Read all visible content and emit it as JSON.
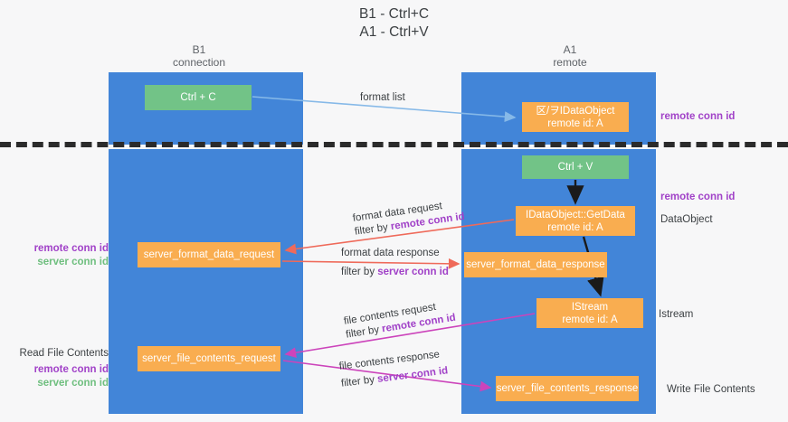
{
  "title": "B1 - Ctrl+C\nA1 - Ctrl+V",
  "columns": {
    "left": "B1\nconnection",
    "right": "A1\nremote"
  },
  "nodes": {
    "ctrl_c": "Ctrl + C",
    "idataobject": "区/ヲIDataObject\nremote id: A",
    "ctrl_v": "Ctrl + V",
    "getdata": "IDataObject::GetData\nremote id: A",
    "server_format_data_request": "server_format_data_request",
    "server_format_data_response": "server_format_data_response",
    "istream": "IStream\nremote id: A",
    "server_file_contents_request": "server_file_contents_request",
    "server_file_contents_response": "server_file_contents_response"
  },
  "edges": {
    "format_list": "format list",
    "format_data_request": "format data request",
    "format_data_request_filter_prefix": "filter by ",
    "format_data_request_filter_key": "remote conn id",
    "format_data_response": "format data response",
    "format_data_response_filter_prefix": "filter by ",
    "format_data_response_filter_key": "server conn id",
    "file_contents_request": "file contents request",
    "file_contents_request_filter_prefix": "filter by ",
    "file_contents_request_filter_key": "remote conn id",
    "file_contents_response": "file contents response",
    "file_contents_response_filter_prefix": "filter by ",
    "file_contents_response_filter_key": "server conn id"
  },
  "annotations": {
    "remote_conn_id_top": "remote conn id",
    "remote_conn_id_mid": "remote conn id",
    "dataobject": "DataObject",
    "istream": "Istream",
    "write_file_contents": "Write File Contents",
    "read_file_contents": "Read File Contents",
    "left_remote_conn_id_1": "remote conn id",
    "left_server_conn_id_1": "server conn id",
    "left_remote_conn_id_2": "remote conn id",
    "left_server_conn_id_2": "server conn id"
  },
  "colors": {
    "lane": "#4285d8",
    "node_green": "#72c387",
    "node_orange": "#f9ad50",
    "accent_purple": "#a142c8",
    "accent_green": "#6fbf7f",
    "arrow_blue": "#86b9e8",
    "arrow_red": "#ef6a5a",
    "arrow_magenta": "#cc44bb",
    "arrow_black": "#1a1a1a",
    "divider": "#2b2b2b",
    "background": "#f7f7f8"
  }
}
